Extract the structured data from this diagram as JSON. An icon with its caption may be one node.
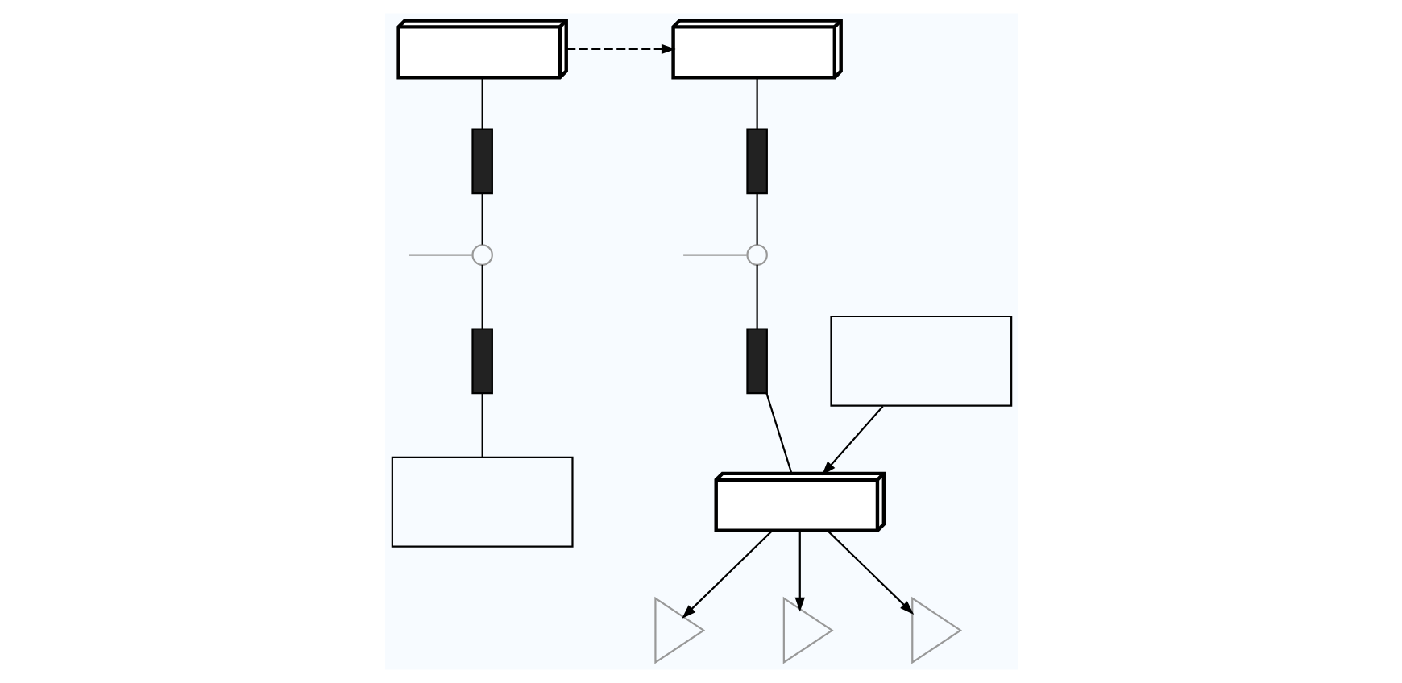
{
  "diagram": {
    "nodes": [
      {
        "text": [],
        "shape": "device"
      },
      {
        "text": [],
        "shape": "device"
      },
      {
        "text": [],
        "shape": "bar"
      },
      {
        "text": [],
        "shape": "circle"
      },
      {
        "text": [],
        "shape": "bar"
      },
      {
        "text": [],
        "shape": "bar"
      },
      {
        "text": [],
        "shape": "circle"
      },
      {
        "text": [],
        "shape": "bar"
      },
      {
        "text": [],
        "shape": "box"
      },
      {
        "text": [],
        "shape": "box"
      },
      {
        "text": [],
        "shape": "device"
      },
      {
        "text": [],
        "shape": "triangle"
      },
      {
        "text": [],
        "shape": "triangle"
      },
      {
        "text": [],
        "shape": "triangle"
      }
    ],
    "edges": [
      {
        "from": 0,
        "to": 1,
        "arrow": "to",
        "style": "dashed"
      },
      {
        "from": 0,
        "to": 2,
        "arrow": "none"
      },
      {
        "from": 2,
        "to": 3,
        "arrow": "none"
      },
      {
        "from": 3,
        "to": 4,
        "arrow": "none"
      },
      {
        "from": null,
        "to": 3,
        "arrow": "none",
        "color": "#999999"
      },
      {
        "from": 4,
        "to": 8,
        "arrow": "none"
      },
      {
        "from": 1,
        "to": 5,
        "arrow": "none"
      },
      {
        "from": 5,
        "to": 6,
        "arrow": "none"
      },
      {
        "from": 6,
        "to": 7,
        "arrow": "none"
      },
      {
        "from": null,
        "to": 6,
        "arrow": "none",
        "color": "#999999"
      },
      {
        "from": 7,
        "to": 10,
        "arrow": "none"
      },
      {
        "from": 9,
        "to": 10,
        "arrow": "to"
      },
      {
        "from": 10,
        "to": 11,
        "arrow": "to"
      },
      {
        "from": 10,
        "to": 12,
        "arrow": "to"
      },
      {
        "from": 10,
        "to": 13,
        "arrow": "to"
      }
    ]
  }
}
